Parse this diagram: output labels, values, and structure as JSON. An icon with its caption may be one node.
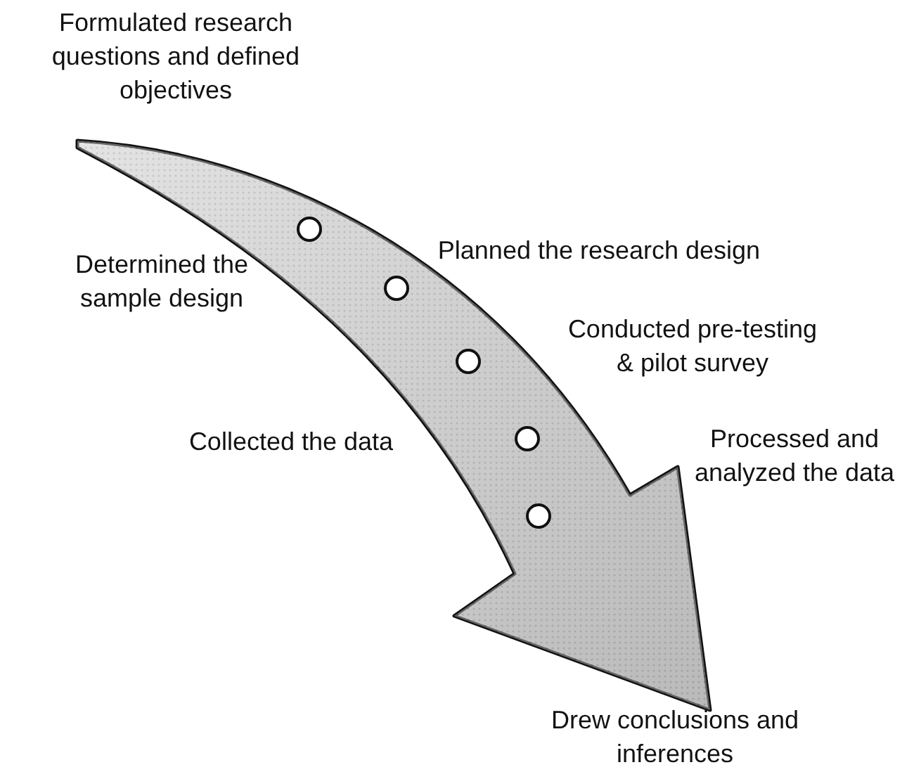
{
  "diagram": {
    "labels": [
      "Formulated research questions and defined objectives",
      "Planned the research design",
      "Determined the sample design",
      "Conducted pre-testing & pilot survey",
      "Collected the data",
      "Processed and analyzed the data",
      "Drew conclusions and inferences"
    ]
  }
}
